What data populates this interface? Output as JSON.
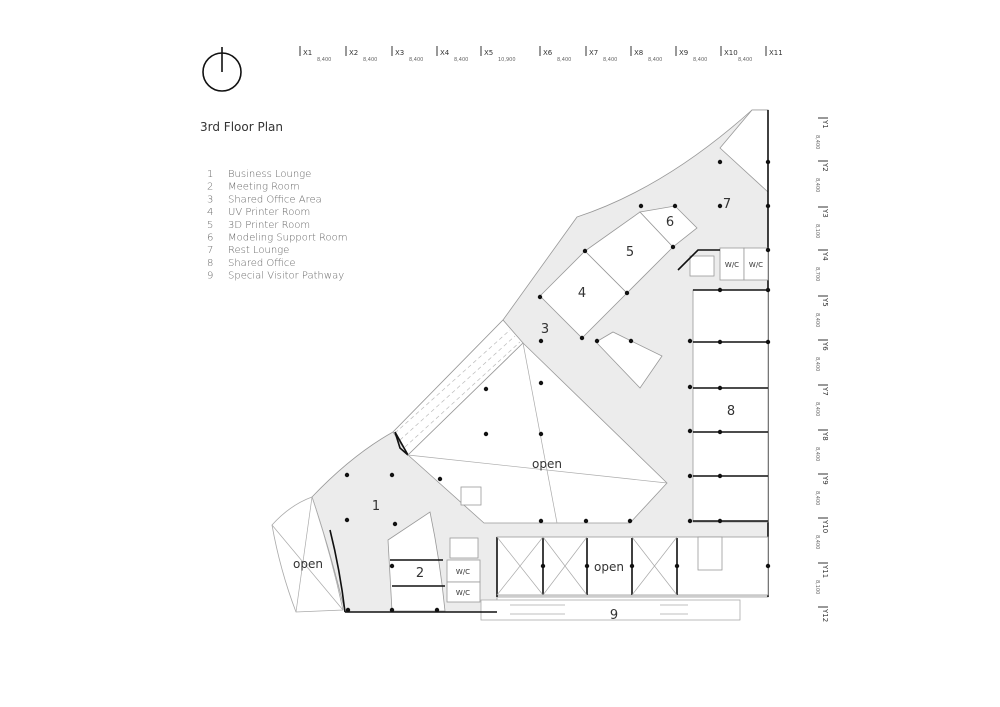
{
  "title": "3rd Floor Plan",
  "legend": [
    {
      "num": "1",
      "label": "Business Lounge"
    },
    {
      "num": "2",
      "label": "Meeting Room"
    },
    {
      "num": "3",
      "label": "Shared Office Area"
    },
    {
      "num": "4",
      "label": "UV Printer Room"
    },
    {
      "num": "5",
      "label": "3D Printer Room"
    },
    {
      "num": "6",
      "label": "Modeling Support Room"
    },
    {
      "num": "7",
      "label": "Rest Lounge"
    },
    {
      "num": "8",
      "label": "Shared Office"
    },
    {
      "num": "9",
      "label": "Special Visitor Pathway"
    }
  ],
  "grid_x": {
    "labels": [
      "X1",
      "X2",
      "X3",
      "X4",
      "X5",
      "X6",
      "X7",
      "X8",
      "X9",
      "X10",
      "X11"
    ],
    "spacings": [
      "8,400",
      "8,400",
      "8,400",
      "8,400",
      "10,900",
      "8,400",
      "8,400",
      "8,400",
      "8,400",
      "8,400"
    ]
  },
  "grid_y": {
    "labels": [
      "Y1",
      "Y2",
      "Y3",
      "Y4",
      "Y5",
      "Y6",
      "Y7",
      "Y8",
      "Y9",
      "Y10",
      "Y11",
      "Y12"
    ],
    "spacings": [
      "8,400",
      "8,400",
      "8,100",
      "8,700",
      "8,400",
      "8,400",
      "8,400",
      "8,400",
      "8,400",
      "8,400",
      "8,100"
    ]
  },
  "rooms": {
    "r1": "1",
    "r2": "2",
    "r3": "3",
    "r4": "4",
    "r5": "5",
    "r6": "6",
    "r7": "7",
    "r8": "8",
    "r9": "9",
    "open_atrium": "open",
    "open_left": "open",
    "open_bottom": "open",
    "wc": "W/C"
  },
  "colors": {
    "floor": "#ececec",
    "wall": "#111111",
    "line": "#aaaaaa"
  }
}
